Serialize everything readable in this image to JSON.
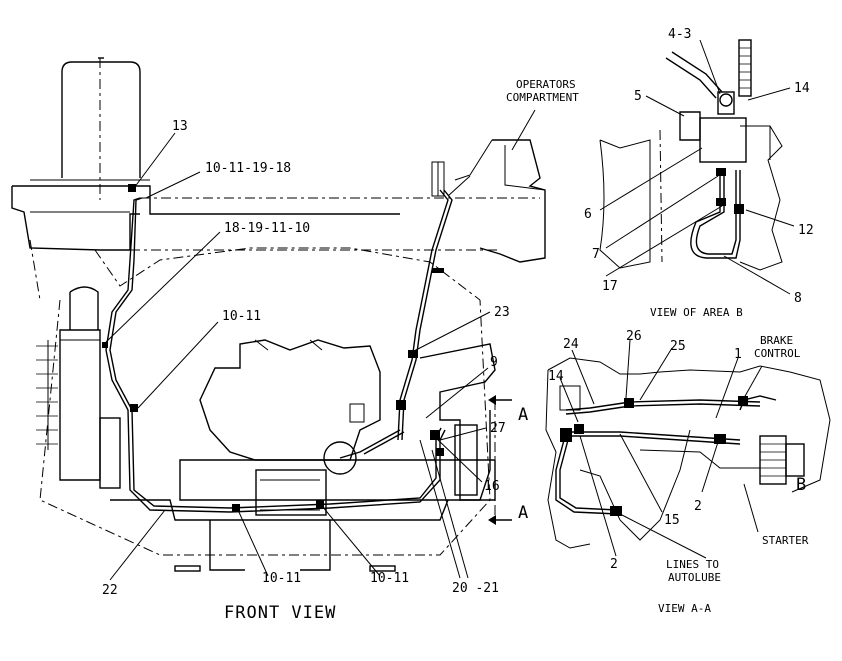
{
  "colors": {
    "ink": "#000000",
    "paper": "#ffffff"
  },
  "front_view": {
    "caption": "FRONT VIEW",
    "callouts": {
      "c13": "13",
      "c10_11_19_18": "10-11-19-18",
      "c18_19_11_10": "18-19-11-10",
      "c10_11_left": "10-11",
      "c23": "23",
      "c9": "9",
      "c27": "27",
      "c16": "16",
      "c20_21": "20 -21",
      "c22": "22",
      "c10_11_bottom_a": "10-11",
      "c10_11_bottom_b": "10-11"
    },
    "operators_compartment": [
      "OPERATORS",
      "COMPARTMENT"
    ],
    "section_marker": "A"
  },
  "view_area_b": {
    "caption": "VIEW OF AREA B",
    "callouts": {
      "c4_3": "4-3",
      "c5": "5",
      "c14": "14",
      "c6": "6",
      "c7": "7",
      "c12": "12",
      "c17": "17",
      "c8": "8"
    }
  },
  "view_a_a": {
    "caption": "VIEW A-A",
    "callouts": {
      "c24": "24",
      "c26": "26",
      "c25": "25",
      "c1": "1",
      "c14": "14",
      "c2_left": "2",
      "c15": "15",
      "c2_right": "2",
      "cB": "B"
    },
    "brake_control": [
      "BRAKE",
      "CONTROL"
    ],
    "starter": "STARTER",
    "lines_to_autolube": [
      "LINES TO",
      "AUTOLUBE"
    ]
  }
}
